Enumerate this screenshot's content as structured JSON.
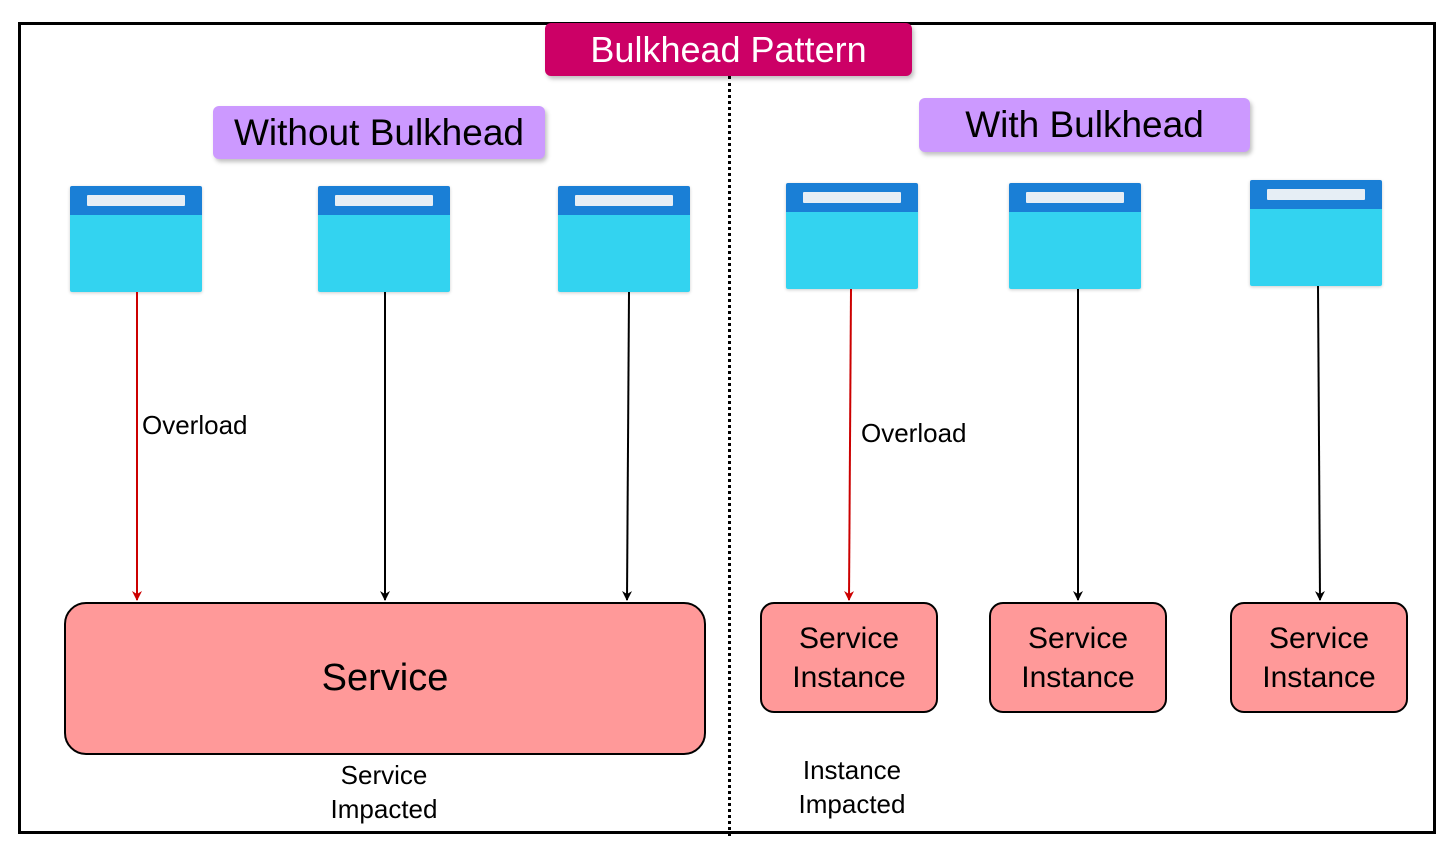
{
  "title": "Bulkhead Pattern",
  "left_panel": {
    "heading": "Without Bulkhead",
    "overload_label": "Overload",
    "service_label": "Service",
    "impact_note": [
      "Service",
      "Impacted"
    ]
  },
  "right_panel": {
    "heading": "With Bulkhead",
    "overload_label": "Overload",
    "instances": [
      {
        "line1": "Service",
        "line2": "Instance"
      },
      {
        "line1": "Service",
        "line2": "Instance"
      },
      {
        "line1": "Service",
        "line2": "Instance"
      }
    ],
    "impact_note": [
      "Instance",
      "Impacted"
    ]
  },
  "clients": {
    "icon": "browser-window-icon",
    "count_left": 3,
    "count_right": 3
  },
  "colors": {
    "title_bg": "#cc0066",
    "heading_bg": "#cc99ff",
    "window_bar": "#1a7fd6",
    "window_body": "#33d3f0",
    "service_fill": "#ff9999",
    "overload_arrow": "#cc0000",
    "normal_arrow": "#000000"
  }
}
